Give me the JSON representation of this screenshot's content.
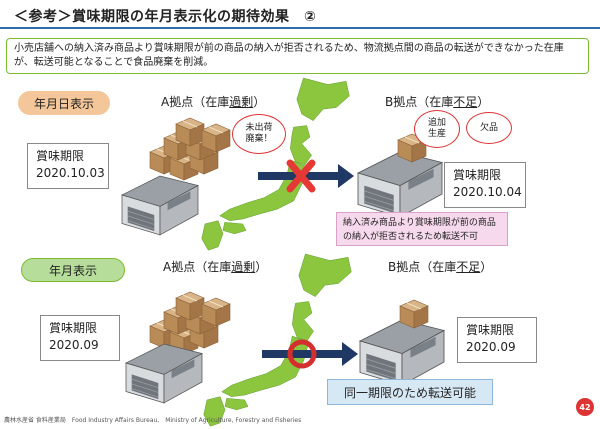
{
  "title": "＜参考＞賞味期限の年月表示化の期待効果　②",
  "summary": "小売店舗への納入済み商品より賞味期限が前の商品の納入が拒否されるため、物流拠点間の商品の転送ができなかった在庫が、転送可能となることで食品廃棄を削減。",
  "top": {
    "label": "年月日表示",
    "hub_a_prefix": "A拠点（在庫",
    "hub_a_emph": "過剰",
    "hub_a_suffix": "）",
    "hub_b_prefix": "B拠点（在庫",
    "hub_b_emph": "不足",
    "hub_b_suffix": "）",
    "date_a_label": "賞味期限",
    "date_a_value": "2020.10.03",
    "date_b_label": "賞味期限",
    "date_b_value": "2020.10.04",
    "bubble_a_line1": "未出荷",
    "bubble_a_line2": "廃棄！",
    "bubble_b1_line1": "追加",
    "bubble_b1_line2": "生産",
    "bubble_b2": "欠品",
    "note": "納入済み商品より賞味期限が前の商品の納入が拒否されるため転送不可"
  },
  "bottom": {
    "label": "年月表示",
    "hub_a_prefix": "A拠点（在庫",
    "hub_a_emph": "過剰",
    "hub_a_suffix": "）",
    "hub_b_prefix": "B拠点（在庫",
    "hub_b_emph": "不足",
    "hub_b_suffix": "）",
    "date_a_label": "賞味期限",
    "date_a_value": "2020.09",
    "date_b_label": "賞味期限",
    "date_b_value": "2020.09",
    "note": "同一期限のため転送可能"
  },
  "footer": "農林水産省 食料産業局　Food Industry Affairs Bureau,　Ministry of Agriculture, Forestry and Fisheries",
  "page_number": "42",
  "colors": {
    "accent_rule": "#2f6db5",
    "summary_border": "#7cba2f",
    "pill_ymd": "#f4c79a",
    "pill_ym": "#b7dd9a",
    "map_green": "#8cc63f",
    "arrow_navy": "#1f3864",
    "cross_red": "#e53935",
    "circle_red": "#d32f2f",
    "note_pink": "#f6d9ec",
    "note_blue": "#d7e8f5"
  },
  "icons": [
    "japan-map",
    "cardboard-boxes",
    "warehouse",
    "transfer-arrow",
    "red-x-mark",
    "red-circle-mark",
    "speech-bubble"
  ]
}
